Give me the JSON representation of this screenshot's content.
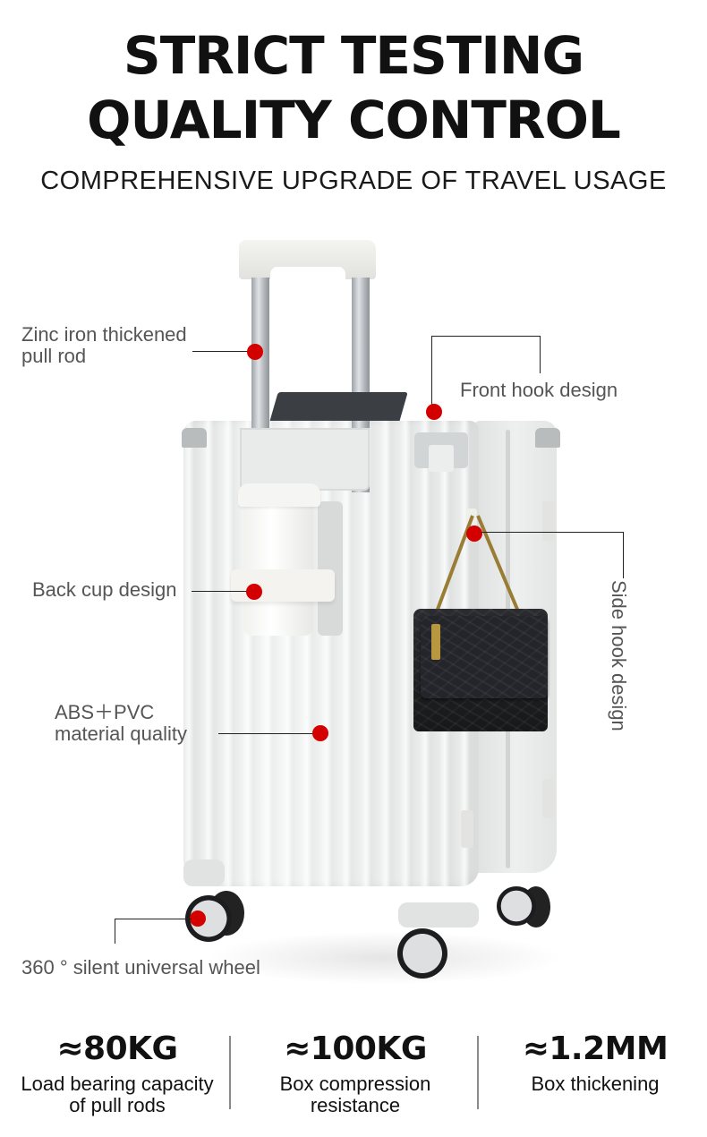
{
  "header": {
    "title_line1": "STRICT TESTING",
    "title_line2": "QUALITY CONTROL",
    "subtitle": "COMPREHENSIVE UPGRADE OF TRAVEL USAGE"
  },
  "colors": {
    "marker": "#d40000",
    "label_text": "#555555",
    "heading_text": "#111111"
  },
  "callouts": [
    {
      "id": "pull-rod",
      "lines": [
        "Zinc iron thickened",
        "pull rod"
      ]
    },
    {
      "id": "front-hook",
      "lines": [
        "Front hook design"
      ]
    },
    {
      "id": "side-hook",
      "lines": [
        "Side hook design"
      ]
    },
    {
      "id": "back-cup",
      "lines": [
        "Back cup design"
      ]
    },
    {
      "id": "material",
      "lines": [
        "ABS＋PVC",
        "material quality"
      ]
    },
    {
      "id": "wheel",
      "lines": [
        "360 ° silent universal wheel"
      ]
    }
  ],
  "stats": [
    {
      "value": "≈80KG",
      "label_lines": [
        "Load bearing capacity",
        "of pull rods"
      ]
    },
    {
      "value": "≈100KG",
      "label_lines": [
        "Box compression",
        "resistance"
      ]
    },
    {
      "value": "≈1.2MM",
      "label_lines": [
        "Box thickening"
      ]
    }
  ]
}
